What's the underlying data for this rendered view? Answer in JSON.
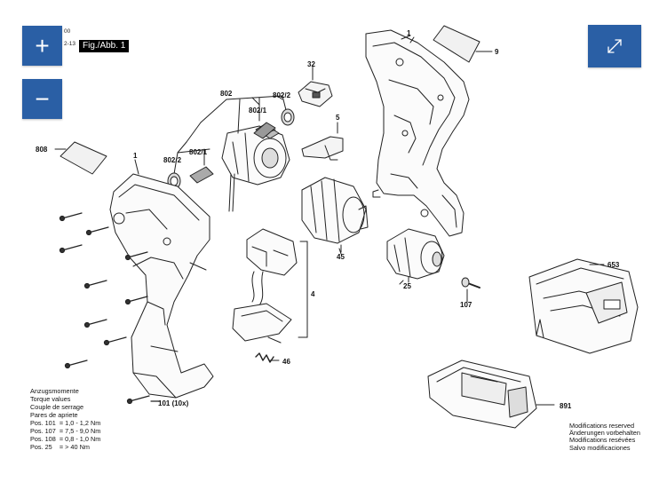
{
  "header": {
    "code_top": "00",
    "code_bottom": "2-13",
    "fig_label": "Fig./Abb. 1"
  },
  "controls": {
    "zoom_in_symbol": "+",
    "zoom_out_symbol": "−",
    "fullscreen_icon": "expand-arrows-icon"
  },
  "part_labels": {
    "p1_top": "1",
    "p9": "9",
    "p32": "32",
    "p802": "802",
    "p802_2_top": "802/2",
    "p802_1_top": "802/1",
    "p5": "5",
    "p808": "808",
    "p1_left": "1",
    "p802_2_left": "802/2",
    "p802_1_left": "802/1",
    "p45": "45",
    "p653": "653",
    "p4": "4",
    "p25": "25",
    "p107": "107",
    "p46": "46",
    "p101": "101 (10x)",
    "p891": "891"
  },
  "torque_legend": {
    "lines": [
      "Anzugsmomente",
      "Torque values",
      "Couple de serrage",
      "Pares de apriete",
      "Pos. 101  = 1,0 - 1,2 Nm",
      "Pos. 107  = 7,5 - 9,0 Nm",
      "Pos. 108  = 0,8 - 1,0 Nm",
      "Pos. 25    = > 40 Nm"
    ]
  },
  "modification_notes": {
    "lines": [
      "Modifications reserved",
      "Änderungen vorbehalten",
      "Modifications resévées",
      "Salvo modificaciones"
    ]
  },
  "colors": {
    "button_blue": "#2a5fa5",
    "line_art": "#222222",
    "badge_black": "#000000"
  }
}
